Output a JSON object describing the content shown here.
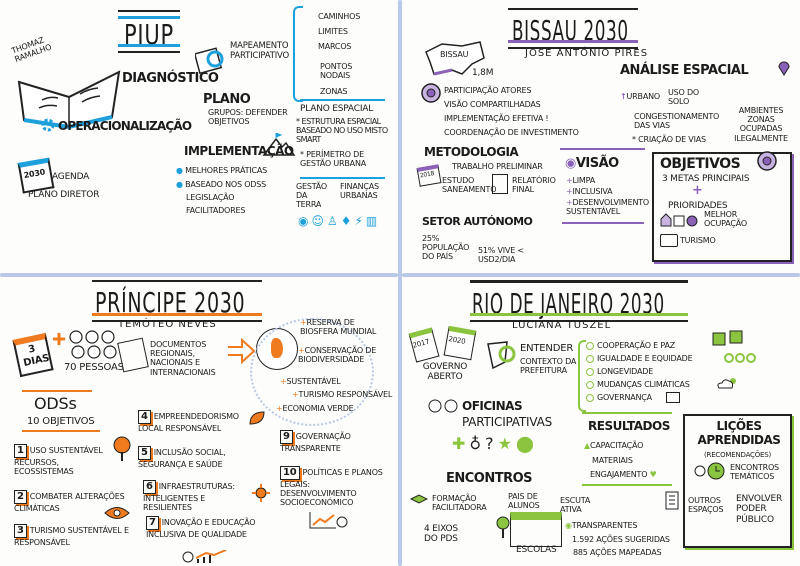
{
  "colors": {
    "piup": "#1ea0dc",
    "bissau": "#8a63b8",
    "principe": "#f07a1e",
    "rio": "#8bc53f",
    "ink": "#1b1b1b",
    "divider": "#b8c8e6"
  },
  "piup": {
    "title": "PIUP",
    "author": "Thomaz Ramalho",
    "diagnostico": "Diagnóstico",
    "mapeamento": "Mapeamento participativo",
    "legend": [
      "Caminhos",
      "Limites",
      "Marcos",
      "Pontos nodais",
      "Zonas"
    ],
    "plano": "Plano",
    "operacionalizacao": "Operacionalização",
    "grupos": "Grupos: defender objetivos",
    "plano_espacial": "Plano espacial",
    "estrutura": "* Estrutura espacial baseado no uso misto smart",
    "perimetro": "* Perímetro de gestão urbana",
    "implementacao": "Implementação",
    "impl_items": [
      "Melhores práticas",
      "Baseado nos ODSs",
      "Legislação",
      "Facilitadores"
    ],
    "gestao_terra": "Gestão da terra",
    "financas": "Finanças urbanas",
    "agenda_year": "2030",
    "agenda": "Agenda",
    "plano_diretor": "Plano diretor"
  },
  "bissau": {
    "title": "Bissau 2030",
    "author": "José António Pires",
    "map_label": "Bissau",
    "population": "1,8M",
    "items": [
      "Participação atores",
      "Visão compartilhadas",
      "Implementação efetiva !",
      "Coordenação de investimento"
    ],
    "metodologia": "Metodologia",
    "calendar_year": "2018",
    "trabalho": "Trabalho preliminar",
    "estudo": "Estudo saneamento",
    "relatorio": "Relatório final",
    "setor": "Setor autónomo",
    "setor_pop": "25% população do país",
    "setor_vive": "51% vive < USD2/dia",
    "analise": "Análise espacial",
    "urbano": "Urbano",
    "uso_solo": "Uso do solo",
    "congestionamento": "Congestionamento das vias",
    "criacao": "* Criação de vias",
    "ambientes": "Ambientes zonas ocupadas ilegalmente",
    "visao": "Visão",
    "visao_items": [
      "Limpa",
      "Inclusiva",
      "Desenvolvimento sustentável"
    ],
    "objetivos": "Objetivos",
    "metas": "3 metas principais",
    "plus": "+",
    "prioridades": "Prioridades",
    "melhor": "Melhor ocupação",
    "turismo": "Turismo"
  },
  "principe": {
    "title": "Príncipe 2030",
    "author": "Temóteo Neves",
    "dias": "3 dias",
    "pessoas": "70 pessoas",
    "documentos": "Documentos regionais, nacionais e internacionais",
    "goals": [
      "Reserva de biosfera mundial",
      "Conservação de biodiversidade",
      "Sustentável",
      "Turismo responsável",
      "Economia verde"
    ],
    "ods": "ODSs",
    "ods_count": "10 objetivos",
    "objectives": [
      {
        "n": "1",
        "text": "Uso sustentável recursos, ecossistemas"
      },
      {
        "n": "2",
        "text": "Combater alterações climáticas"
      },
      {
        "n": "3",
        "text": "Turismo sustentável e responsável"
      },
      {
        "n": "4",
        "text": "Empreendedorismo local responsável"
      },
      {
        "n": "5",
        "text": "Inclusão social, segurança e saúde"
      },
      {
        "n": "6",
        "text": "Infraestruturas: inteligentes e resilientes"
      },
      {
        "n": "7",
        "text": "Inovação e educação inclusiva de qualidade"
      },
      {
        "n": "9",
        "text": "Governação transparente"
      },
      {
        "n": "10",
        "text": "Políticas e planos legais: desenvolvimento socioeconómico"
      }
    ]
  },
  "rio": {
    "title": "Rio de Janeiro 2030",
    "author": "Luciana Tuszel",
    "year_start": "2017",
    "year_end": "2020",
    "governo": "Governo aberto",
    "entender": "Entender",
    "contexto": "contexto da prefeitura",
    "themes": [
      "Cooperação e paz",
      "Igualdade e equidade",
      "Longevidade",
      "Mudanças climáticas",
      "Governança"
    ],
    "oficinas": "Oficinas",
    "participativas": "participativas",
    "resultados": "Resultados",
    "resultados_items": [
      "Capacitação",
      "Materiais",
      "Engajamento"
    ],
    "licoes": "Lições aprendidas",
    "recomendacoes": "(recomendações)",
    "encontros_tematicos": "Encontros temáticos",
    "outros": "Outros espaços",
    "envolver": "Envolver poder público",
    "encontros": "Encontros",
    "formacao": "Formação facilitadora",
    "pais": "Pais de alunos",
    "escuta": "Escuta ativa",
    "eixos": "4 eixos do PDS",
    "escolas": "Escolas",
    "transparentes": "Transparentes",
    "acoes_sugeridas": "1.592 ações sugeridas",
    "acoes_mapeadas": "885 ações mapeadas"
  }
}
